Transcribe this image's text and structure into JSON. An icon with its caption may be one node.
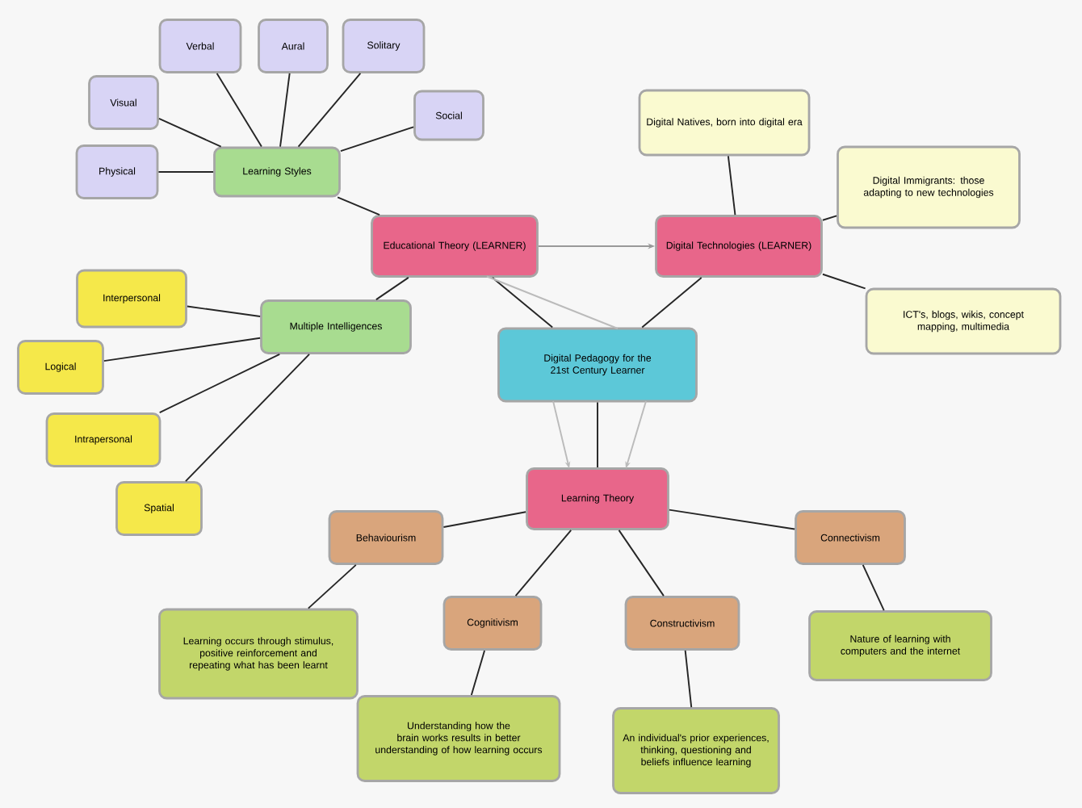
{
  "diagram": {
    "nodes": [
      {
        "text": [
          "Verbal"
        ]
      },
      {
        "text": [
          "Aural"
        ]
      },
      {
        "text": [
          "Solitary"
        ]
      },
      {
        "text": [
          "Visual"
        ]
      },
      {
        "text": [
          "Social"
        ]
      },
      {
        "text": [
          "Physical"
        ]
      },
      {
        "text": [
          "Learning Styles"
        ]
      },
      {
        "text": [
          "Educational Theory (LEARNER)"
        ]
      },
      {
        "text": [
          "Digital Technologies (LEARNER)"
        ]
      },
      {
        "text": [
          "Digital Natives, born into digital era"
        ]
      },
      {
        "text": [
          "Digital Immigrants: those adapting to new technologies"
        ]
      },
      {
        "text": [
          "ICT's, blogs, wikis, concept mapping, multimedia"
        ]
      },
      {
        "text": [
          "Multiple Intelligences"
        ]
      },
      {
        "text": [
          "Interpersonal"
        ]
      },
      {
        "text": [
          "Logical"
        ]
      },
      {
        "text": [
          "Intrapersonal"
        ]
      },
      {
        "text": [
          "Spatial"
        ]
      },
      {
        "text": [
          "Digital Pedagogy for the 21st Century Learner"
        ]
      },
      {
        "text": [
          "Learning Theory"
        ]
      },
      {
        "text": [
          "Behaviourism"
        ]
      },
      {
        "text": [
          "Cognitivism"
        ]
      },
      {
        "text": [
          "Constructivism"
        ]
      },
      {
        "text": [
          "Connectivism"
        ]
      },
      {
        "text": [
          "Learning occurs through stimulus, positive reinforcement and repeating what has been learnt"
        ]
      },
      {
        "text": [
          "Understanding how the brain works results in better understanding of how learning occurs"
        ]
      },
      {
        "text": [
          "An individual's prior experiences, thinking, questioning and beliefs influence learning"
        ]
      },
      {
        "text": [
          "Nature of learning with computers and the internet"
        ]
      }
    ],
    "edges": [
      {
        "from": 6,
        "to": 0,
        "arrow": "none"
      },
      {
        "from": 6,
        "to": 1,
        "arrow": "none"
      },
      {
        "from": 6,
        "to": 2,
        "arrow": "none"
      },
      {
        "from": 6,
        "to": 3,
        "arrow": "none"
      },
      {
        "from": 6,
        "to": 4,
        "arrow": "none"
      },
      {
        "from": 6,
        "to": 5,
        "arrow": "none"
      },
      {
        "from": 6,
        "to": 7,
        "arrow": "none"
      },
      {
        "from": 12,
        "to": 7,
        "arrow": "none"
      },
      {
        "from": 7,
        "to": 8,
        "arrow": "to",
        "color": "#999999"
      },
      {
        "from": 8,
        "to": 9,
        "arrow": "none"
      },
      {
        "from": 8,
        "to": 10,
        "arrow": "none"
      },
      {
        "from": 8,
        "to": 11,
        "arrow": "none"
      },
      {
        "from": 12,
        "to": 13,
        "arrow": "none"
      },
      {
        "from": 12,
        "to": 14,
        "arrow": "none"
      },
      {
        "from": 12,
        "to": 15,
        "arrow": "none"
      },
      {
        "from": 12,
        "to": 16,
        "arrow": "none"
      },
      {
        "from": 7,
        "to": 17,
        "arrow": "none"
      },
      {
        "from": 8,
        "to": 17,
        "arrow": "none"
      },
      {
        "from": 7,
        "to": 17,
        "arrow": "none",
        "color": "#bbbbbb"
      },
      {
        "from": 17,
        "to": 18,
        "arrow": "none"
      },
      {
        "from": 17,
        "to": 18,
        "arrow": "to",
        "color": "#bbbbbb"
      },
      {
        "from": 17,
        "to": 18,
        "arrow": "to",
        "color": "#bbbbbb"
      },
      {
        "from": 18,
        "to": 19,
        "arrow": "none"
      },
      {
        "from": 18,
        "to": 20,
        "arrow": "none"
      },
      {
        "from": 18,
        "to": 21,
        "arrow": "none"
      },
      {
        "from": 18,
        "to": 22,
        "arrow": "none"
      },
      {
        "from": 19,
        "to": 23,
        "arrow": "none"
      },
      {
        "from": 20,
        "to": 24,
        "arrow": "none"
      },
      {
        "from": 21,
        "to": 25,
        "arrow": "none"
      },
      {
        "from": 22,
        "to": 26,
        "arrow": "none"
      }
    ]
  }
}
